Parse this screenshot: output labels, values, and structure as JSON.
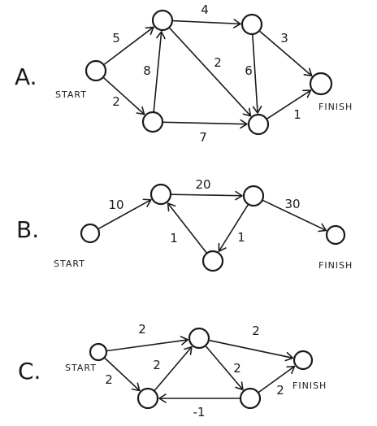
{
  "panels": [
    {
      "id": "A",
      "label": "A.",
      "nodes": [
        {
          "id": "start",
          "label": "START"
        },
        {
          "id": "a"
        },
        {
          "id": "b"
        },
        {
          "id": "c"
        },
        {
          "id": "d"
        },
        {
          "id": "finish",
          "label": "FINISH"
        }
      ],
      "edges": [
        {
          "from": "start",
          "to": "a",
          "weight": "5"
        },
        {
          "from": "start",
          "to": "b",
          "weight": "2"
        },
        {
          "from": "b",
          "to": "a",
          "weight": "8"
        },
        {
          "from": "a",
          "to": "c",
          "weight": "4"
        },
        {
          "from": "a",
          "to": "d",
          "weight": "2"
        },
        {
          "from": "b",
          "to": "d",
          "weight": "7"
        },
        {
          "from": "c",
          "to": "d",
          "weight": "6"
        },
        {
          "from": "c",
          "to": "finish",
          "weight": "3"
        },
        {
          "from": "d",
          "to": "finish",
          "weight": "1"
        }
      ]
    },
    {
      "id": "B",
      "label": "B.",
      "nodes": [
        {
          "id": "start",
          "label": "START"
        },
        {
          "id": "a"
        },
        {
          "id": "b"
        },
        {
          "id": "c"
        },
        {
          "id": "finish",
          "label": "FINISH"
        }
      ],
      "edges": [
        {
          "from": "start",
          "to": "a",
          "weight": "10"
        },
        {
          "from": "a",
          "to": "b",
          "weight": "20"
        },
        {
          "from": "b",
          "to": "c",
          "weight": "1"
        },
        {
          "from": "c",
          "to": "a",
          "weight": "1"
        },
        {
          "from": "b",
          "to": "finish",
          "weight": "30"
        }
      ]
    },
    {
      "id": "C",
      "label": "C.",
      "nodes": [
        {
          "id": "start",
          "label": "START"
        },
        {
          "id": "a"
        },
        {
          "id": "b"
        },
        {
          "id": "c"
        },
        {
          "id": "finish",
          "label": "FINISH"
        }
      ],
      "edges": [
        {
          "from": "start",
          "to": "a",
          "weight": "2"
        },
        {
          "from": "start",
          "to": "b",
          "weight": "2"
        },
        {
          "from": "b",
          "to": "a",
          "weight": "2"
        },
        {
          "from": "a",
          "to": "c",
          "weight": "2"
        },
        {
          "from": "a",
          "to": "finish",
          "weight": "2"
        },
        {
          "from": "c",
          "to": "b",
          "weight": "-1"
        },
        {
          "from": "c",
          "to": "finish",
          "weight": "2"
        }
      ]
    }
  ]
}
